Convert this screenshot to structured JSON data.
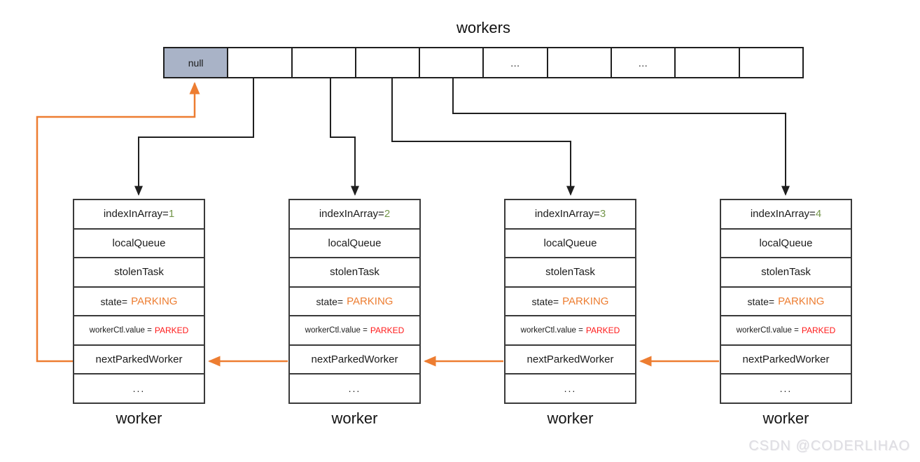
{
  "title": "workers",
  "array": {
    "cells": [
      "null",
      "",
      "",
      "",
      "",
      "…",
      "",
      "…",
      "",
      ""
    ]
  },
  "labels": {
    "index_prefix": "indexInArray=",
    "local_queue": "localQueue",
    "stolen_task": "stolenTask",
    "state_prefix": "state=",
    "state_value": "PARKING",
    "ctl_prefix": "workerCtl.value =",
    "ctl_value": "PARKED",
    "next_parked": "nextParkedWorker",
    "ellipsis": "...",
    "caption": "worker"
  },
  "workers": [
    {
      "index": "1"
    },
    {
      "index": "2"
    },
    {
      "index": "3"
    },
    {
      "index": "4"
    }
  ],
  "colors": {
    "index_value": "#74964b",
    "state_value": "#ed7d31",
    "ctl_value": "#ff1a1a",
    "null_cell_bg": "#a9b3c7",
    "connector_black": "#1f1f1f",
    "connector_orange": "#ed7d31"
  },
  "watermark": "CSDN @CODERLIHAO"
}
